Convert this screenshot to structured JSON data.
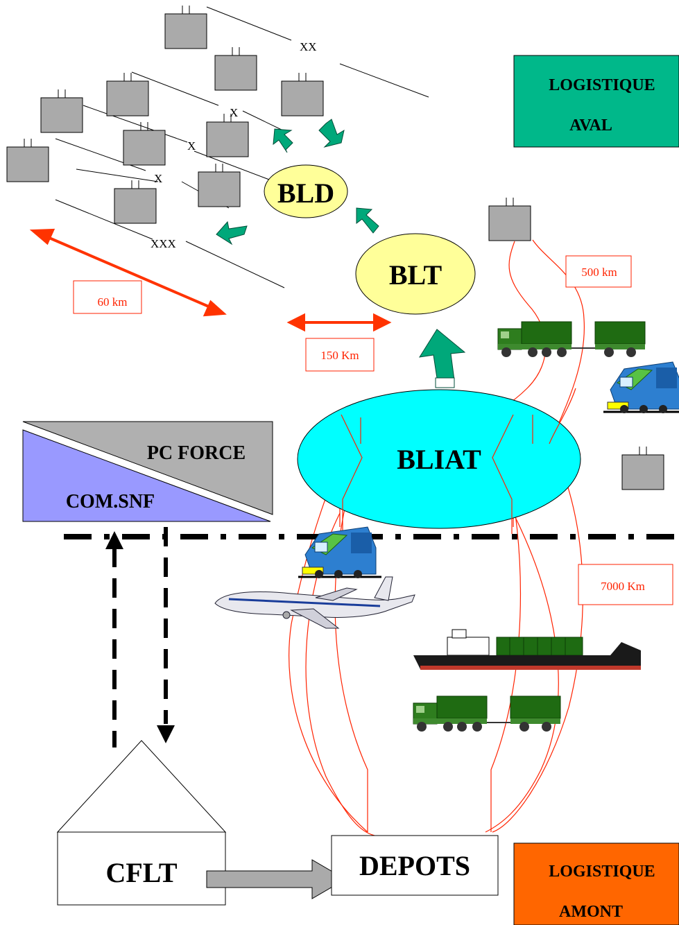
{
  "labels": {
    "logistique_aval_line1": "LOGISTIQUE",
    "logistique_aval_line2": "AVAL",
    "logistique_amont_line1": "LOGISTIQUE",
    "logistique_amont_line2": "AMONT",
    "bld": "BLD",
    "blt": "BLT",
    "bliat": "BLIAT",
    "pc_force": "PC FORCE",
    "com_snf": "COM.SNF",
    "cflt": "CFLT",
    "depots": "DEPOTS"
  },
  "distances": {
    "d60": "60 km",
    "d150": "150 Km",
    "d500": "500  km",
    "d7000": "7000 Km"
  },
  "echelons": {
    "xx": "XX",
    "x1": "X",
    "x2": "X",
    "x3": "X",
    "xxx": "XXX"
  },
  "colors": {
    "unit_grey": "#aaaaaa",
    "aval_green": "#00b88a",
    "amont_orange": "#ff6600",
    "bld_yellow": "#ffff99",
    "blt_yellow": "#ffff99",
    "bliat_cyan": "#00ffff",
    "com_snf_blue": "#9999ff",
    "pc_force_grey": "#b0b0b0",
    "red_line": "#ff2200",
    "arrow_teal": "#00a87a",
    "truck_green": "#2e7d1e"
  }
}
